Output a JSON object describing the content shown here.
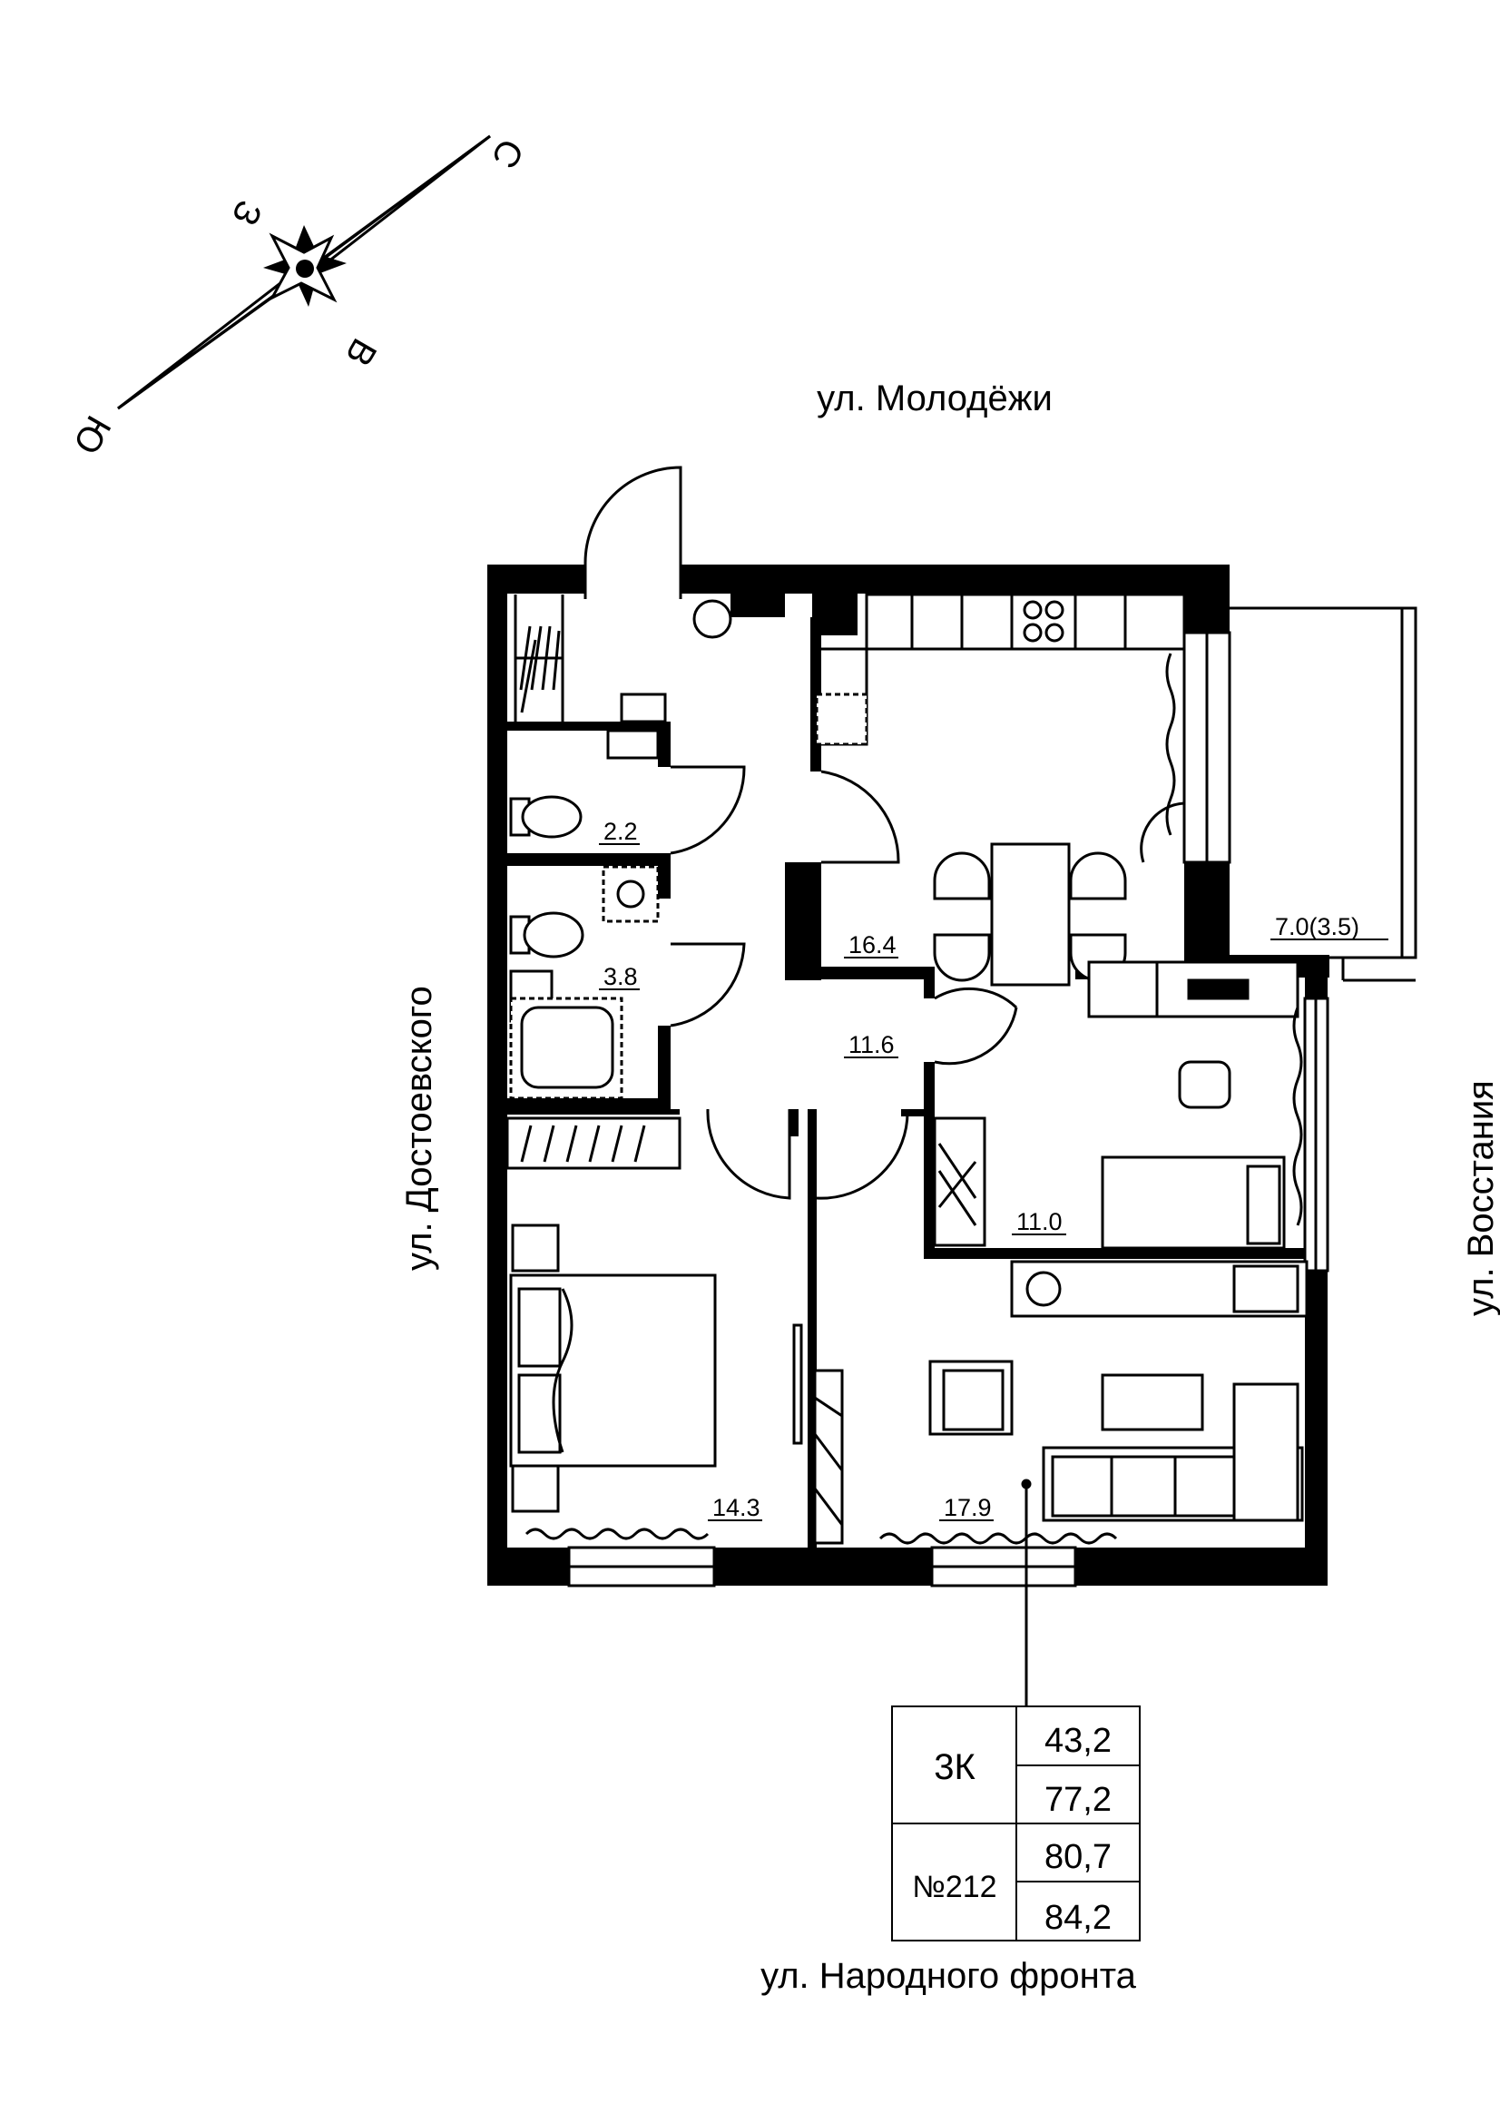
{
  "streets": {
    "north": "ул. Молодёжи",
    "west": "ул. Достоевского",
    "east": "ул. Восстания",
    "south": "ул. Народного фронта"
  },
  "compass": {
    "north": "С",
    "south": "Ю",
    "east": "В",
    "west": "З"
  },
  "rooms": {
    "wc_small": "2.2",
    "bathroom": "3.8",
    "kitchen": "16.4",
    "hall": "11.6",
    "bedroom_small": "11.0",
    "bedroom_large": "14.3",
    "living": "17.9",
    "balcony": "7.0(3.5)"
  },
  "summary": {
    "type": "3К",
    "number": "№212",
    "values": [
      "43,2",
      "77,2",
      "80,7",
      "84,2"
    ]
  }
}
